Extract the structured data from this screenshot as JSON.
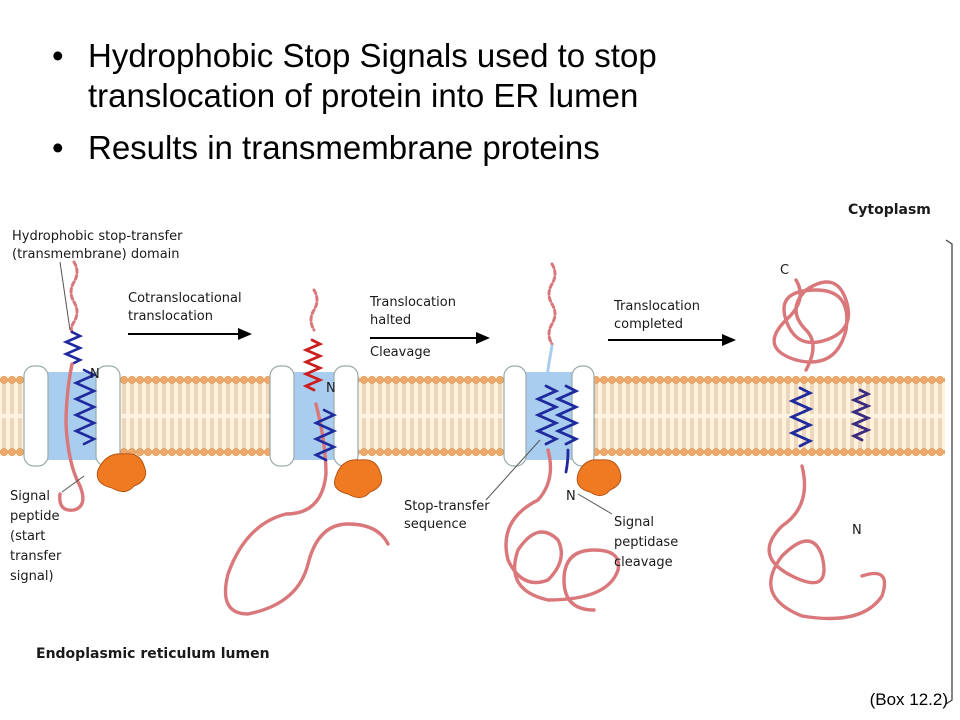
{
  "bullets": [
    "Hydrophobic Stop Signals used to stop translocation of protein into ER lumen",
    "Results in transmembrane proteins"
  ],
  "diagram": {
    "region_top": "Cytoplasm",
    "region_bottom": "Endoplasmic reticulum lumen",
    "label_domain": [
      "Hydrophobic stop-transfer",
      "(transmembrane) domain"
    ],
    "step1": [
      "Cotranslocational",
      "translocation"
    ],
    "step2": [
      "Translocation",
      "halted"
    ],
    "step2b": "Cleavage",
    "step3": [
      "Translocation",
      "completed"
    ],
    "label_signal": [
      "Signal",
      "peptide",
      "(start",
      "transfer",
      "signal)"
    ],
    "label_stop": [
      "Stop-transfer",
      "sequence"
    ],
    "label_cleavage": [
      "Signal",
      "peptidase",
      "cleavage"
    ],
    "n1": "N",
    "n2": "N",
    "n3": "N",
    "n4": "N",
    "c4": "C"
  },
  "caption": "(Box 12.2)",
  "colors": {
    "membrane": "#f5c790",
    "lipid_head": "#f0a868",
    "translocon": "#a9cdee",
    "protein": "#d9777a",
    "helix_blue": "#1f2a9e",
    "helix_red": "#cc1f1f",
    "peptidase": "#ef7a22"
  }
}
